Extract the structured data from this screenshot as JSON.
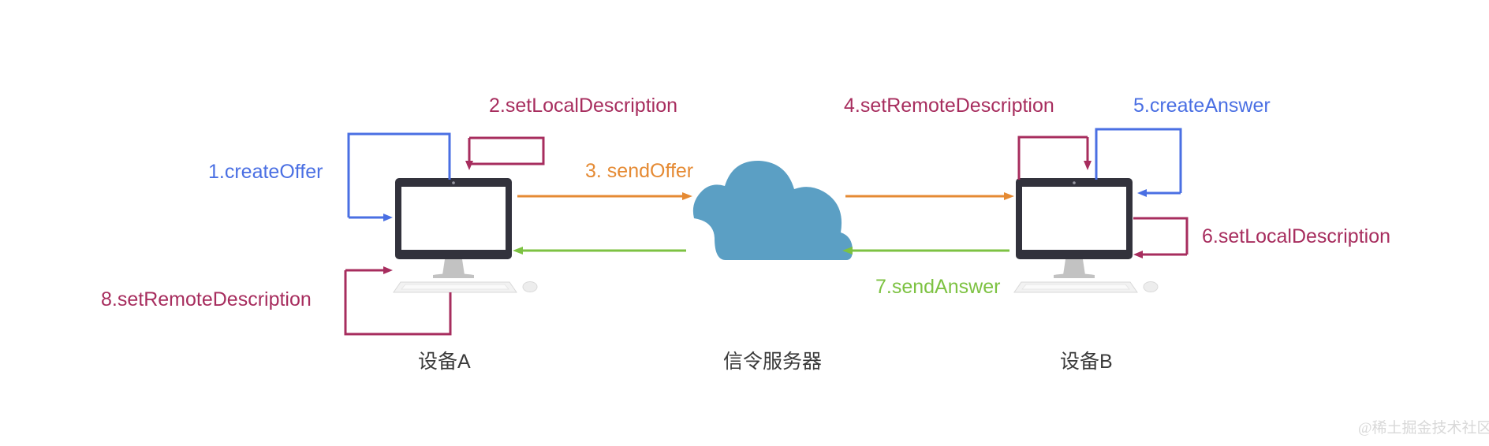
{
  "diagram": {
    "title": "WebRTC signaling sequence between two devices via a signaling server",
    "background_color": "#ffffff",
    "colors": {
      "crimson": "#A72D5E",
      "blue": "#4A6FE3",
      "orange": "#E58A33",
      "green": "#7DC242",
      "cloud": "#5B9FC4",
      "monitor_bezel": "#32323C",
      "monitor_body": "#C9C9C9",
      "caption_text": "#3A3A3A",
      "watermark_text": "#D8D8D8"
    },
    "nodes": [
      {
        "id": "device-a",
        "caption": "设备A"
      },
      {
        "id": "signaling-server",
        "caption": "信令服务器"
      },
      {
        "id": "device-b",
        "caption": "设备B"
      }
    ],
    "steps": [
      {
        "index": "1",
        "label": "1.createOffer",
        "color": "blue",
        "target": "device-a",
        "kind": "self-loop"
      },
      {
        "index": "2",
        "label": "2.setLocalDescription",
        "color": "crimson",
        "target": "device-a",
        "kind": "self-loop"
      },
      {
        "index": "3",
        "label": "3. sendOffer",
        "color": "orange",
        "target": "signaling-server",
        "kind": "transfer"
      },
      {
        "index": "4",
        "label": "4.setRemoteDescription",
        "color": "crimson",
        "target": "device-b",
        "kind": "self-loop"
      },
      {
        "index": "5",
        "label": "5.createAnswer",
        "color": "blue",
        "target": "device-b",
        "kind": "self-loop"
      },
      {
        "index": "6",
        "label": "6.setLocalDescription",
        "color": "crimson",
        "target": "device-b",
        "kind": "self-loop"
      },
      {
        "index": "7",
        "label": "7.sendAnswer",
        "color": "green",
        "target": "device-a",
        "kind": "transfer"
      },
      {
        "index": "8",
        "label": "8.setRemoteDescription",
        "color": "crimson",
        "target": "device-a",
        "kind": "self-loop"
      }
    ],
    "watermark": "@稀土掘金技术社区"
  }
}
